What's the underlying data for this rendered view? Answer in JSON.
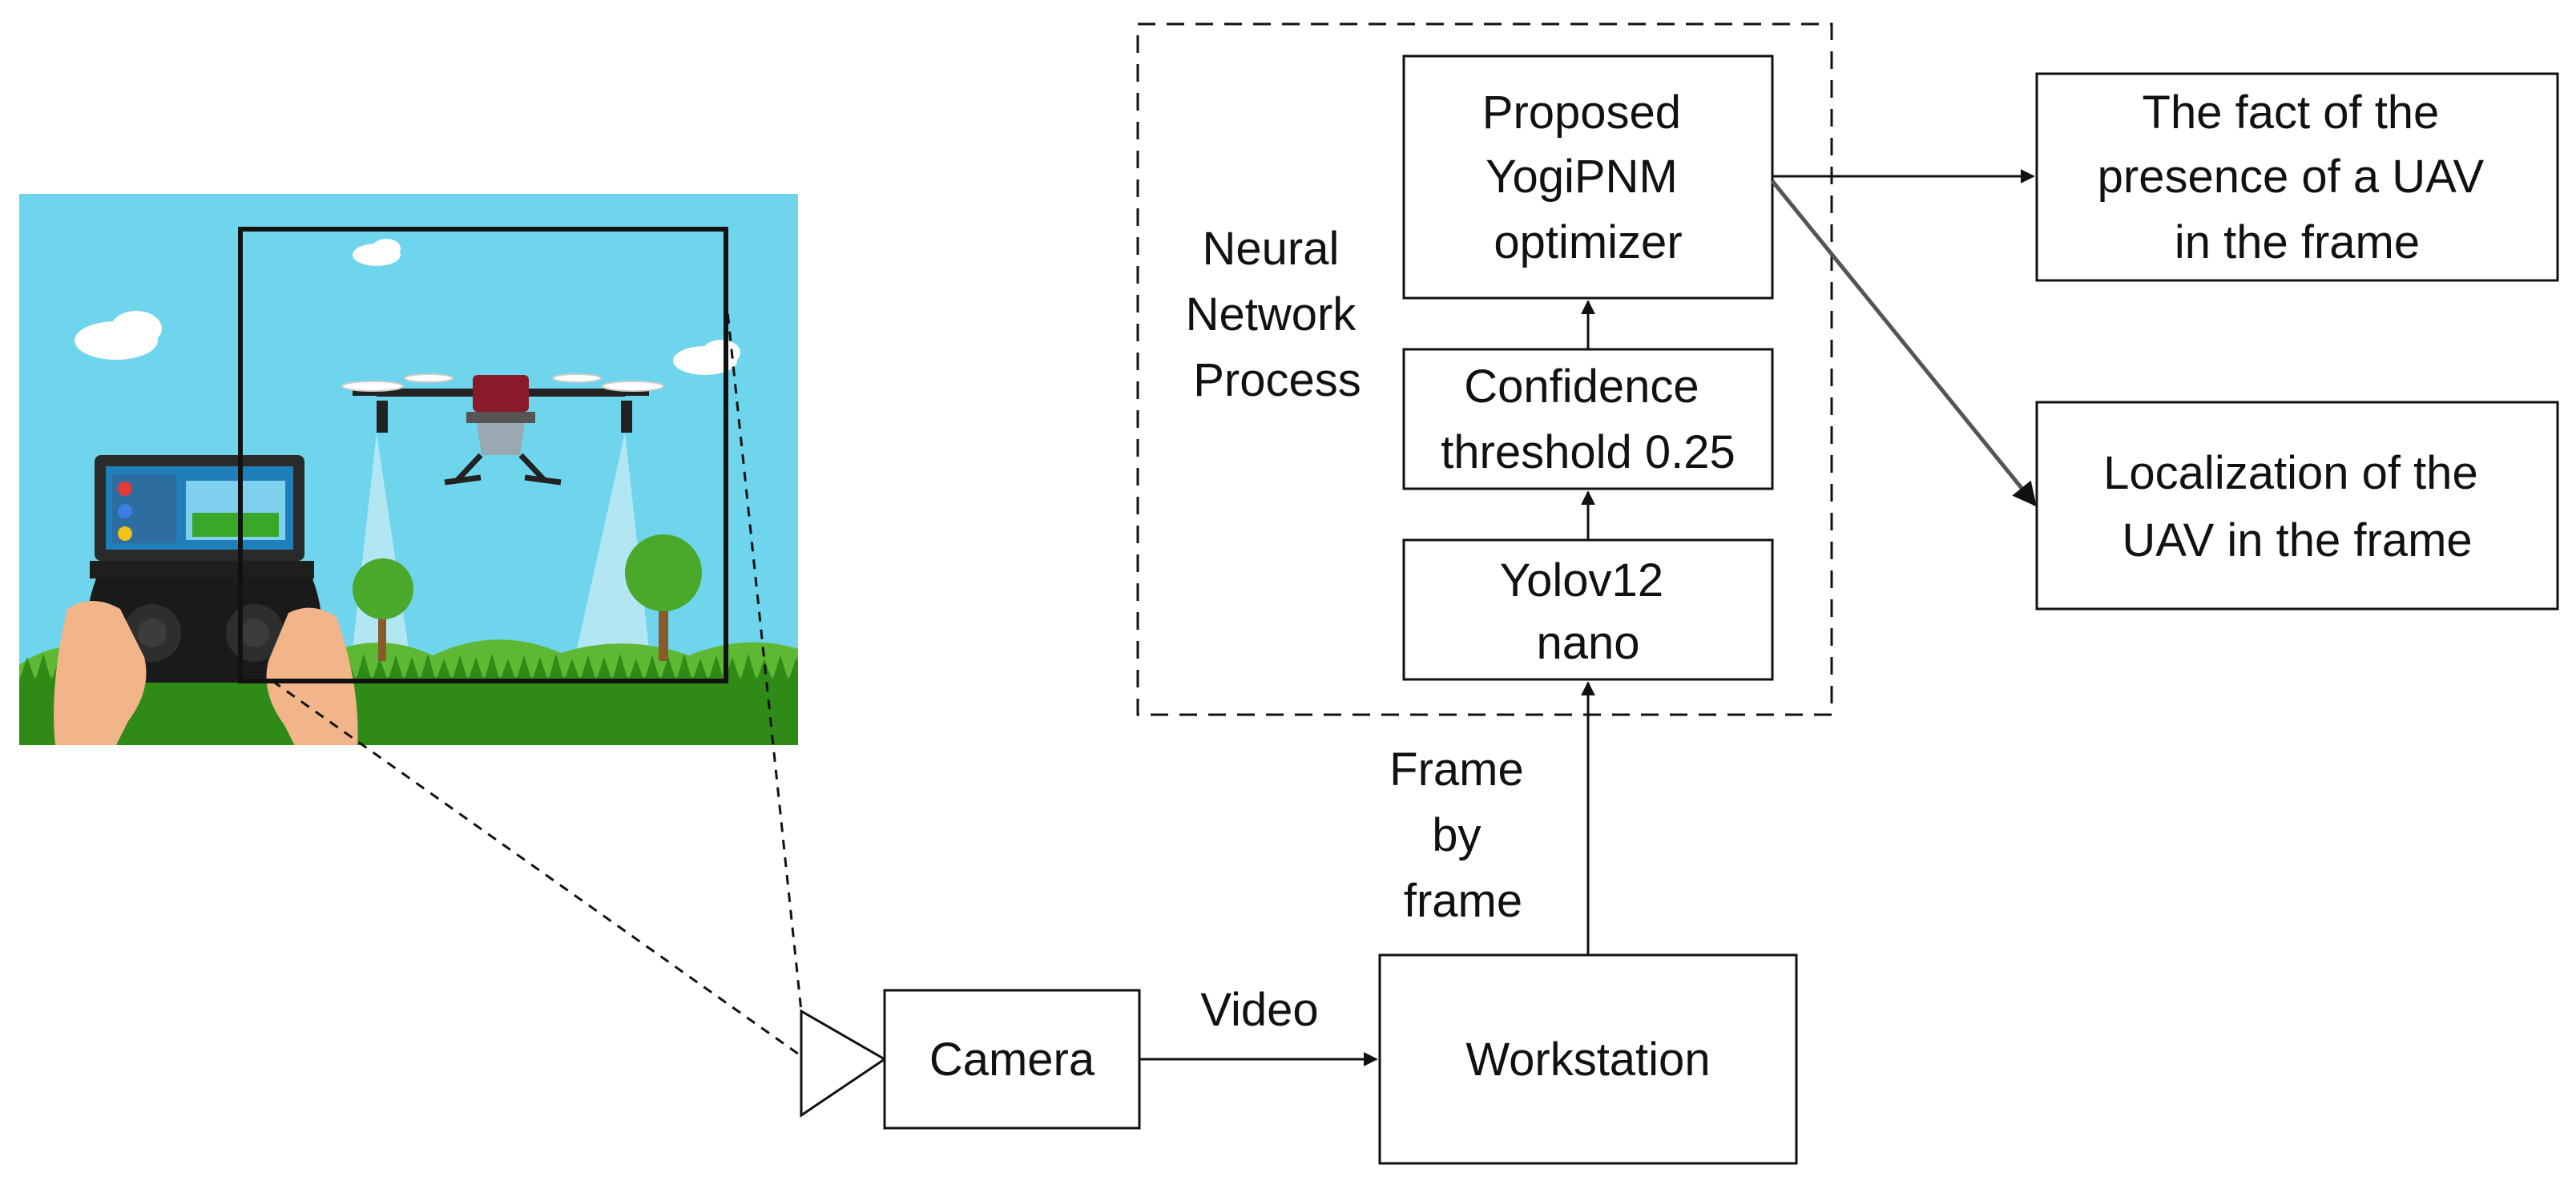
{
  "diagram": {
    "group_label": [
      "Neural",
      "Network",
      "Process"
    ],
    "nodes": {
      "camera": "Camera",
      "workstation": "Workstation",
      "yolo": [
        "Yolov12",
        "nano"
      ],
      "confidence": [
        "Confidence",
        "threshold 0.25"
      ],
      "optimizer": [
        "Proposed",
        "YogiPNM",
        "optimizer"
      ],
      "presence": [
        "The fact of the",
        "presence of a UAV",
        "in the frame"
      ],
      "localization": [
        "Localization of the",
        "UAV in the frame"
      ]
    },
    "edges": {
      "video": "Video",
      "frame_by_frame": [
        "Frame",
        "by",
        "frame"
      ]
    },
    "illustration": {
      "subject": "drone spraying crops controlled by a handheld remote",
      "icons": [
        "drone-icon",
        "remote-controller-icon",
        "tree-icon",
        "cloud-icon",
        "camera-lens-icon"
      ]
    },
    "colors": {
      "sky": "#6ed5ec",
      "grass": "#3a9a1e",
      "drone_body": "#8a1a2a",
      "stroke": "#111111"
    }
  }
}
